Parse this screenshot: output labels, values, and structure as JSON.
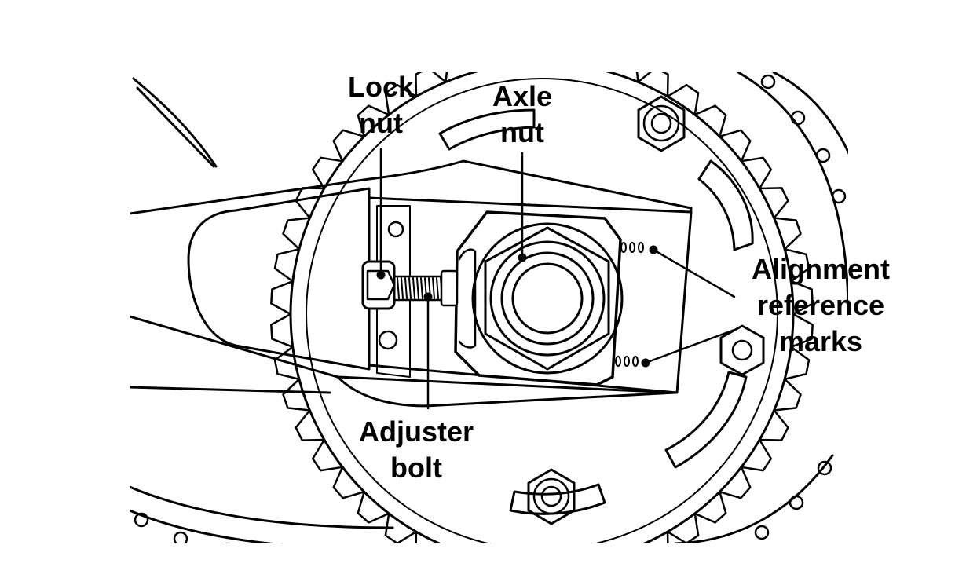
{
  "labels": {
    "lock_nut": [
      "Lock",
      "nut"
    ],
    "axle_nut": [
      "Axle",
      "nut"
    ],
    "alignment_marks": [
      "Alignment",
      "reference",
      "marks"
    ],
    "adjuster_bolt": [
      "Adjuster",
      "bolt"
    ]
  },
  "colors": {
    "line": "#000000",
    "background": "#ffffff"
  }
}
